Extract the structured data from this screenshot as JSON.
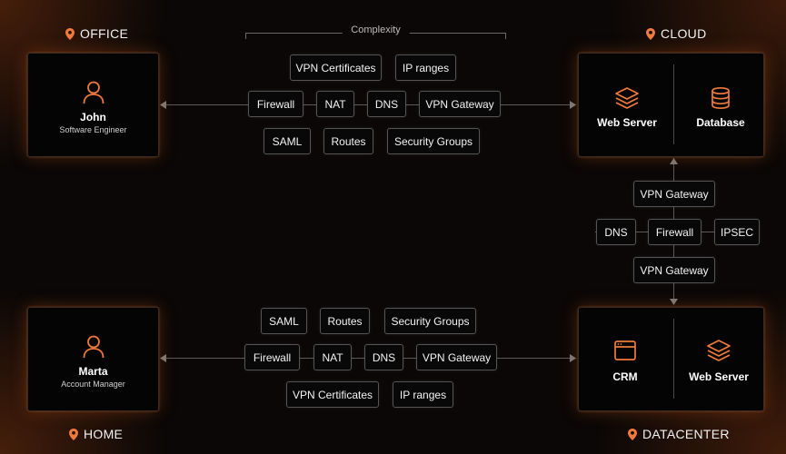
{
  "locations": {
    "office": "OFFICE",
    "cloud": "CLOUD",
    "home": "HOME",
    "datacenter": "DATACENTER"
  },
  "complexity_label": "Complexity",
  "people": {
    "john": {
      "name": "John",
      "role": "Software Engineer"
    },
    "marta": {
      "name": "Marta",
      "role": "Account Manager"
    }
  },
  "cloud_services": {
    "web_server": "Web Server",
    "database": "Database"
  },
  "datacenter_services": {
    "crm": "CRM",
    "web_server": "Web Server"
  },
  "top_tags": {
    "row1": [
      "VPN Certificates",
      "IP ranges"
    ],
    "row2": [
      "Firewall",
      "NAT",
      "DNS",
      "VPN Gateway"
    ],
    "row3": [
      "SAML",
      "Routes",
      "Security Groups"
    ]
  },
  "bottom_tags": {
    "row1": [
      "SAML",
      "Routes",
      "Security Groups"
    ],
    "row2": [
      "Firewall",
      "NAT",
      "DNS",
      "VPN Gateway"
    ],
    "row3": [
      "VPN Certificates",
      "IP ranges"
    ]
  },
  "right_tags": {
    "top": "VPN Gateway",
    "middle": [
      "DNS",
      "Firewall",
      "IPSEC"
    ],
    "bottom": "VPN Gateway"
  },
  "colors": {
    "accent": "#f07a3c",
    "panel_glow": "#c85a1e"
  }
}
